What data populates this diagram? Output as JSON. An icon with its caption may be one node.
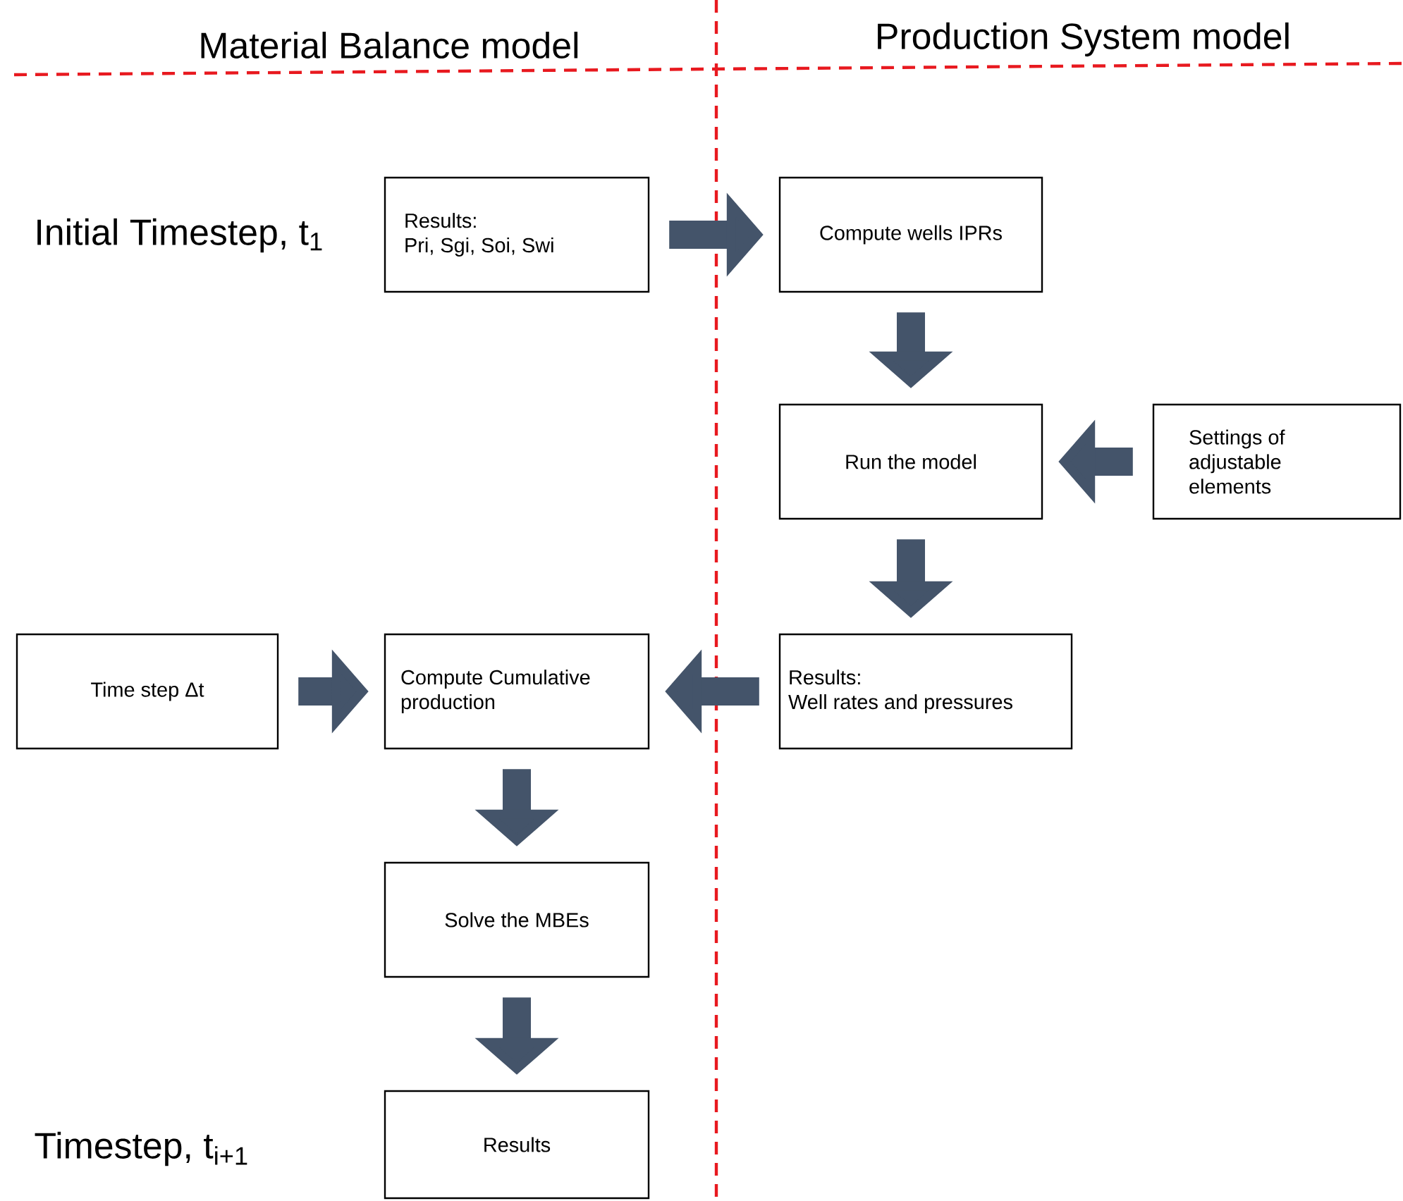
{
  "diagram": {
    "nodes": [
      {
        "text": [
          "Results:",
          "Pri, Sgi, Soi, Swi"
        ]
      },
      {
        "text": [
          "Compute wells IPRs"
        ]
      },
      {
        "text": [
          "Run the model"
        ]
      },
      {
        "text": [
          "Settings of adjustable elements"
        ]
      },
      {
        "text": [
          "Results:",
          "Well rates and pressures"
        ]
      },
      {
        "text": [
          "Time step Δt"
        ]
      },
      {
        "text": [
          "Compute Cumulative production"
        ]
      },
      {
        "text": [
          "Solve the MBEs"
        ]
      },
      {
        "text": [
          "Results"
        ]
      }
    ],
    "edges": [
      {
        "from": 0,
        "to": 1,
        "arrow": "to"
      },
      {
        "from": 1,
        "to": 2,
        "arrow": "to"
      },
      {
        "from": 3,
        "to": 2,
        "arrow": "to"
      },
      {
        "from": 2,
        "to": 4,
        "arrow": "to"
      },
      {
        "from": 4,
        "to": 6,
        "arrow": "to"
      },
      {
        "from": 5,
        "to": 6,
        "arrow": "to"
      },
      {
        "from": 6,
        "to": 7,
        "arrow": "to"
      },
      {
        "from": 7,
        "to": 8,
        "arrow": "to"
      }
    ],
    "labels": [
      "Material Balance model",
      "Production System model",
      "Initial Timestep, t$_{1}$",
      "Timestep, t$_{i+1}$"
    ]
  }
}
